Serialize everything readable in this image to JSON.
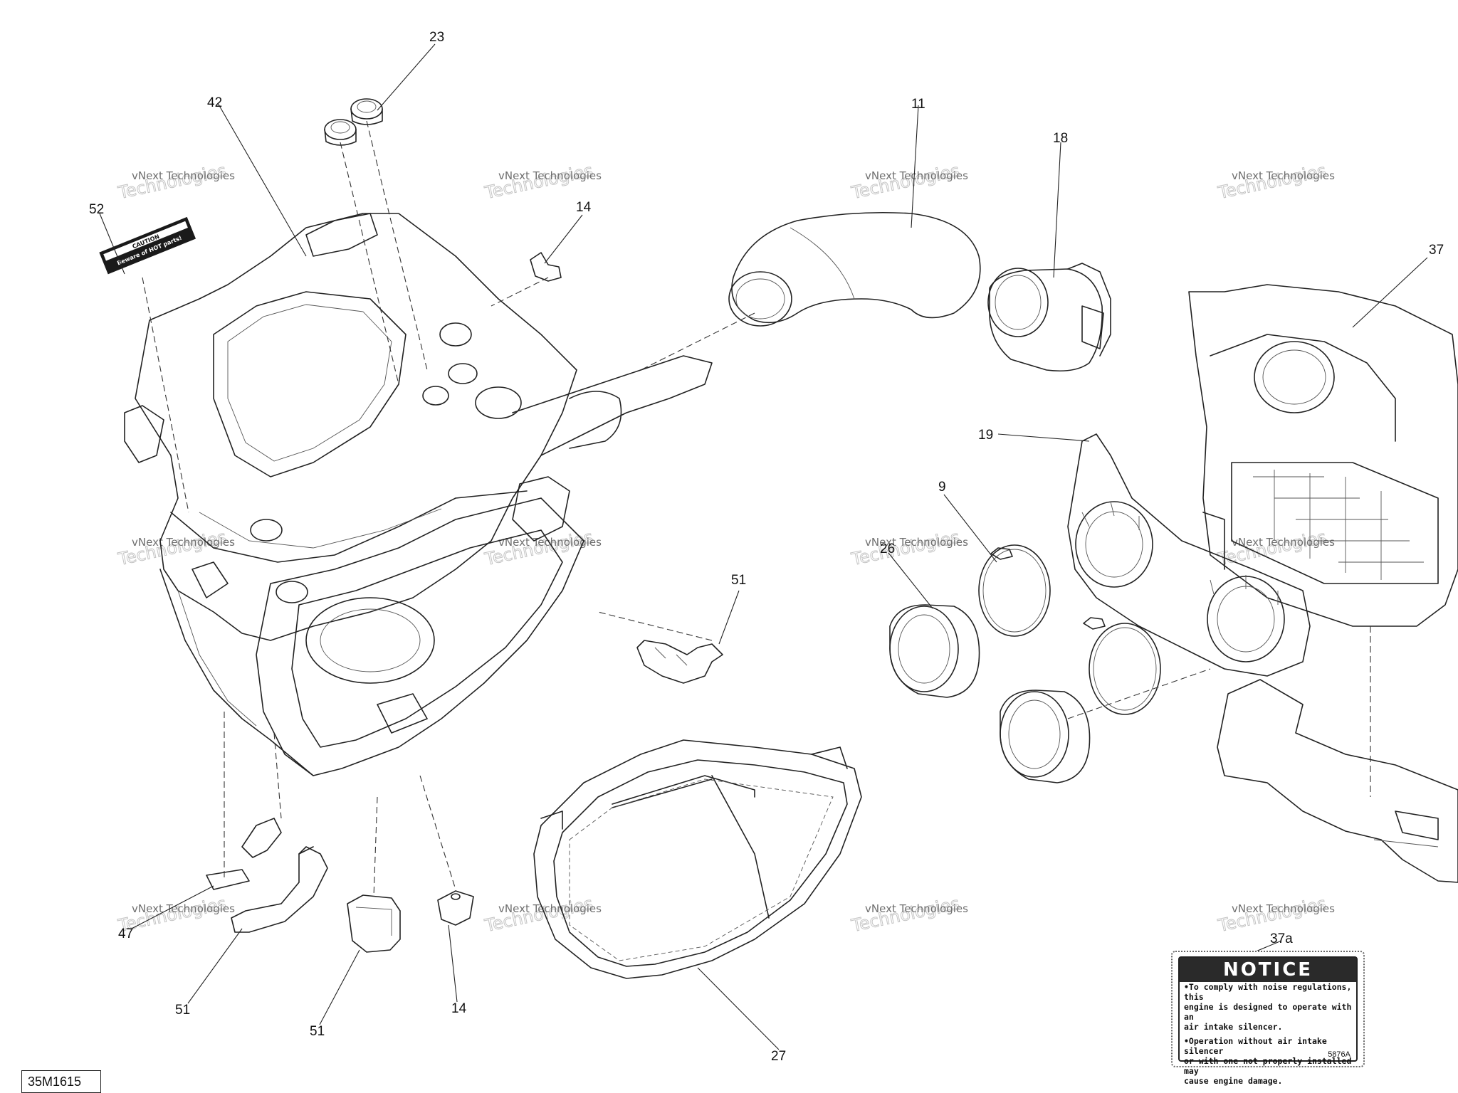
{
  "diagram": {
    "reference_code": "35M1615",
    "watermark": {
      "line1": "vNext Technologies",
      "line2": "Technologies"
    },
    "callouts": [
      {
        "id": "c23",
        "text": "23"
      },
      {
        "id": "c42",
        "text": "42"
      },
      {
        "id": "c52",
        "text": "52"
      },
      {
        "id": "c14a",
        "text": "14"
      },
      {
        "id": "c11",
        "text": "11"
      },
      {
        "id": "c18",
        "text": "18"
      },
      {
        "id": "c37",
        "text": "37"
      },
      {
        "id": "c19",
        "text": "19"
      },
      {
        "id": "c9",
        "text": "9"
      },
      {
        "id": "c26",
        "text": "26"
      },
      {
        "id": "c51a",
        "text": "51"
      },
      {
        "id": "c47",
        "text": "47"
      },
      {
        "id": "c51b",
        "text": "51"
      },
      {
        "id": "c51c",
        "text": "51"
      },
      {
        "id": "c14b",
        "text": "14"
      },
      {
        "id": "c27",
        "text": "27"
      },
      {
        "id": "c37a",
        "text": "37a"
      }
    ],
    "caution_label": {
      "line1": "CAUTION",
      "line2": "Beware of HOT parts!"
    },
    "notice_label": {
      "title": "NOTICE",
      "lines": [
        "•To comply with noise regulations, this",
        "engine is designed to operate with an",
        "air intake silencer.",
        "•Operation without air intake silencer",
        "or with one not properly installed may",
        "cause engine damage."
      ],
      "code": "5876A"
    }
  }
}
